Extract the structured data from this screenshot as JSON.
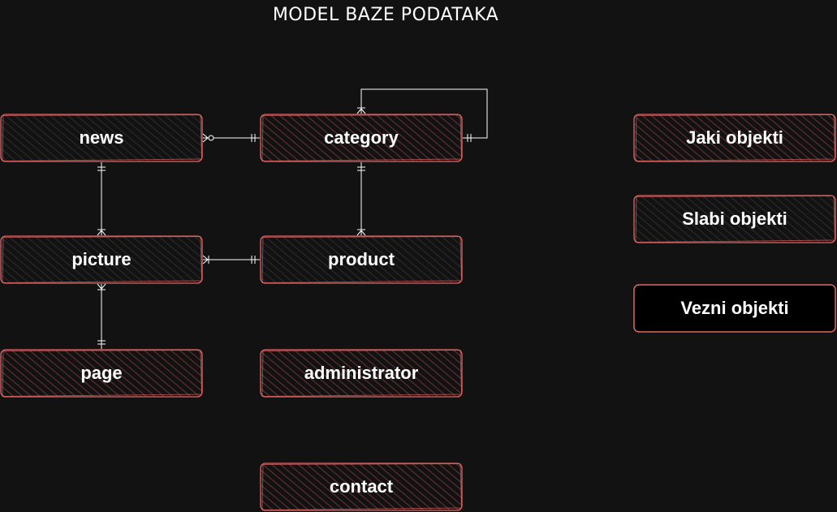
{
  "title": "MODEL BAZE PODATAKA",
  "colors": {
    "background": "#121212",
    "strong_fill": "#6e3434",
    "weak_fill": "#2e2e2e",
    "assoc_fill": "#000000",
    "border": "#e06666",
    "line": "#ffffff",
    "text": "#ffffff"
  },
  "entities": [
    {
      "id": "news",
      "label": "news",
      "kind": "weak"
    },
    {
      "id": "category",
      "label": "category",
      "kind": "strong"
    },
    {
      "id": "picture",
      "label": "picture",
      "kind": "weak"
    },
    {
      "id": "product",
      "label": "product",
      "kind": "weak"
    },
    {
      "id": "page",
      "label": "page",
      "kind": "strong"
    },
    {
      "id": "administrator",
      "label": "administrator",
      "kind": "strong"
    },
    {
      "id": "contact",
      "label": "contact",
      "kind": "strong"
    }
  ],
  "legend": {
    "strong": {
      "label": "Jaki objekti",
      "kind": "strong"
    },
    "weak": {
      "label": "Slabi objekti",
      "kind": "weak"
    },
    "assoc": {
      "label": "Vezni objekti",
      "kind": "assoc"
    }
  },
  "relationships": [
    {
      "from": "news",
      "to": "category",
      "from_end": "zero-or-many",
      "to_end": "one-and-only-one"
    },
    {
      "from": "news",
      "to": "picture",
      "from_end": "one-and-only-one",
      "to_end": "one-or-many"
    },
    {
      "from": "category",
      "to": "product",
      "from_end": "one-and-only-one",
      "to_end": "one-or-many"
    },
    {
      "from": "picture",
      "to": "product",
      "from_end": "one-or-many",
      "to_end": "one-and-only-one"
    },
    {
      "from": "picture",
      "to": "page",
      "from_end": "one-or-many",
      "to_end": "one-and-only-one"
    },
    {
      "from": "category",
      "to": "category",
      "from_end": "one-and-only-one",
      "to_end": "one-or-many"
    }
  ]
}
